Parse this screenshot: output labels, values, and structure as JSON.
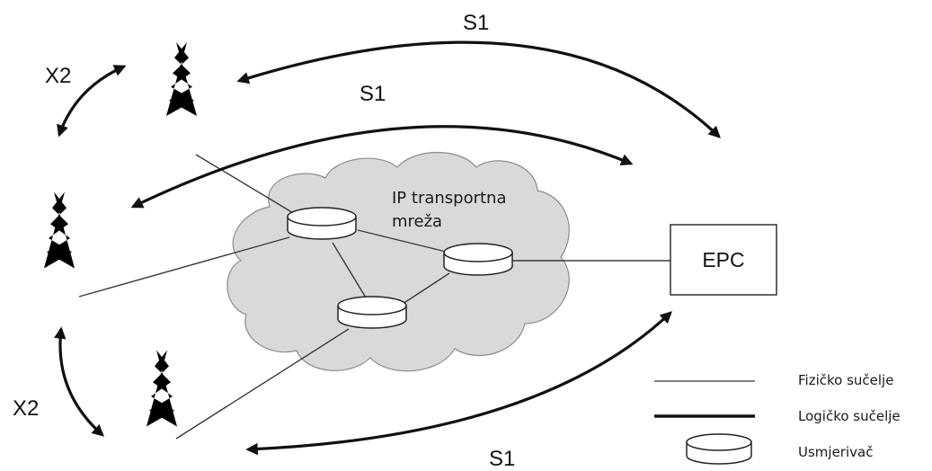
{
  "cloud": {
    "label_line1": "IP transportna",
    "label_line2": "mreža"
  },
  "core": {
    "label": "EPC"
  },
  "interfaces": {
    "x2_top": "X2",
    "x2_bottom": "X2",
    "s1_top": "S1",
    "s1_middle": "S1",
    "s1_bottom": "S1"
  },
  "legend": {
    "physical": "Fizičko sučelje",
    "logical": "Logičko sučelje",
    "router": "Usmjerivač"
  },
  "colors": {
    "cloud_fill": "#d9d9d9",
    "line": "#111111"
  }
}
